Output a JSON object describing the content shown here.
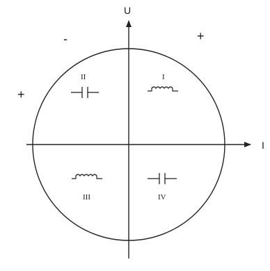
{
  "axes": {
    "vertical_label": "U",
    "horizontal_label": "I"
  },
  "signs": {
    "top_left": "-",
    "top_right": "+",
    "left": "+"
  },
  "quadrants": [
    {
      "numeral": "I",
      "element": "inductor-icon"
    },
    {
      "numeral": "II",
      "element": "capacitor-icon"
    },
    {
      "numeral": "III",
      "element": "inductor-icon"
    },
    {
      "numeral": "IV",
      "element": "capacitor-icon"
    }
  ],
  "colors": {
    "line": "#222222",
    "background": "#ffffff"
  }
}
